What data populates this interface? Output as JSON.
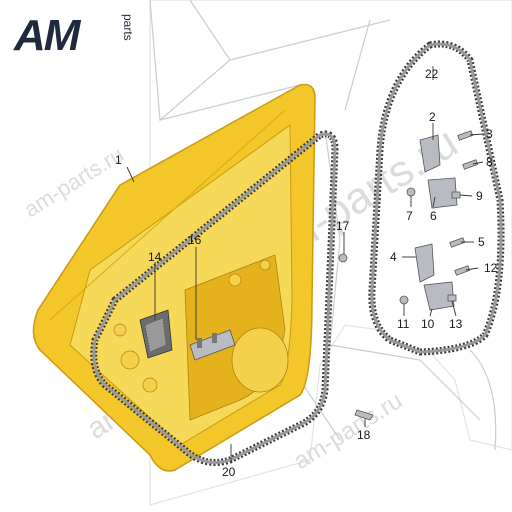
{
  "logo": {
    "mark": "AM",
    "suffix": "parts"
  },
  "watermark": {
    "text": "am-parts.ru"
  },
  "callouts": {
    "c1": "1",
    "c2": "2",
    "c3": "3",
    "c4": "4",
    "c5": "5",
    "c6": "6",
    "c7": "7",
    "c8": "8",
    "c9": "9",
    "c10": "10",
    "c11": "11",
    "c12": "12",
    "c13": "13",
    "c14": "14",
    "c16": "16",
    "c17": "17",
    "c18": "18",
    "c20": "20",
    "c22": "22"
  },
  "colors": {
    "door": "#f3c72a",
    "door_dark": "#c99a12",
    "seal": "#3a3a3a",
    "seal_fill": "#9a9a9a",
    "hardware": "#b8bcc2",
    "car_body": "#eef1f4",
    "accent_logo": "#1f2b3d",
    "watermark": "#d7d7d7"
  }
}
